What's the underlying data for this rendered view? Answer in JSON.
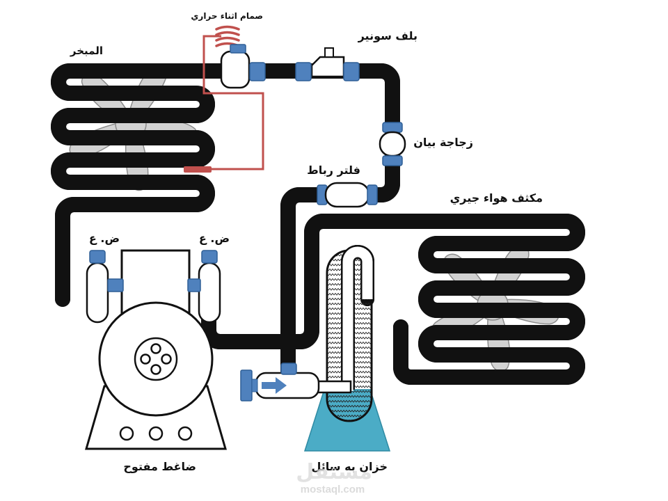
{
  "labels": {
    "thermostatic_valve": "صمام اثناء حراري",
    "solenoid_valve": "بلف سونير",
    "evaporator": "المبخر",
    "sight_glass": "زجاجة بيان",
    "filter_drier": "فلتر رباط",
    "condenser": "مكثف هواء جيري",
    "low_pressure": "ض. ع",
    "high_pressure": "ض. ع",
    "compressor": "ضاغط مفتوح",
    "receiver": "خزان به سائل"
  },
  "watermark": {
    "arabic": "مستقل",
    "latin": "mostaql.com"
  },
  "colors": {
    "tube_outline": "#111111",
    "tube_fill": "#ffffff",
    "fitting": "#4f81bd",
    "fitting_border": "#2f5f96",
    "thermal_bulb_line": "#c0504d",
    "fan_blade": "#d2d2d2",
    "receiver_base": "#4bacc6",
    "watermark": "#d9d9d9"
  },
  "icons": {
    "fan": "fan-icon",
    "spring": "spring-icon",
    "arrow": "arrow-right-icon"
  }
}
